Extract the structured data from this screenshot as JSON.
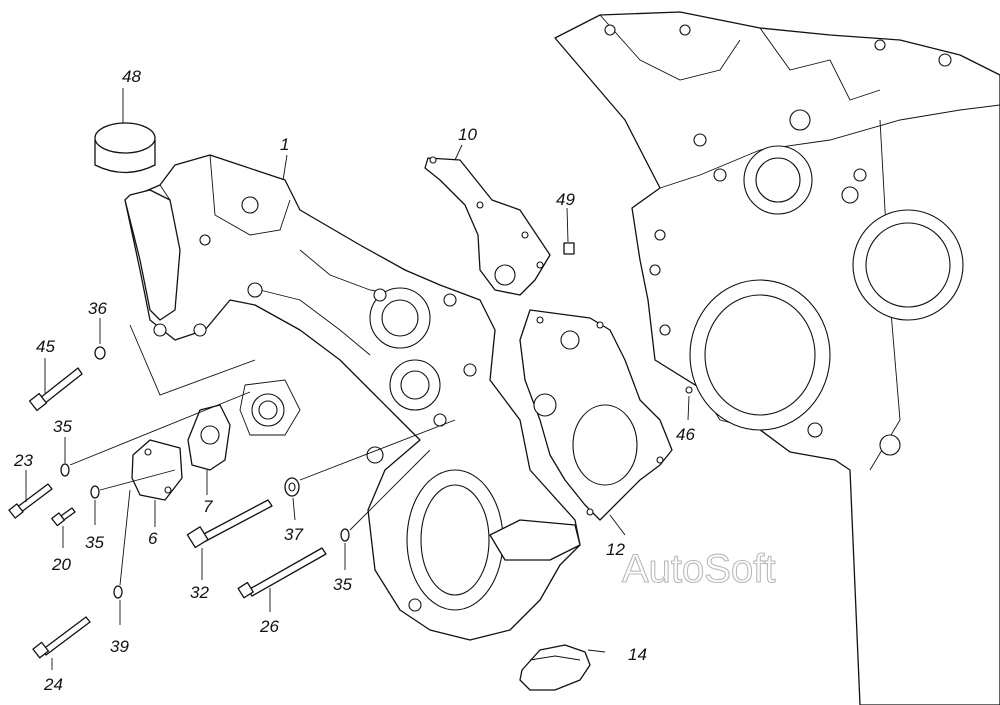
{
  "watermark": "AutoSoft",
  "callouts": {
    "c1": "1",
    "c6": "6",
    "c7": "7",
    "c10": "10",
    "c12": "12",
    "c14": "14",
    "c20": "20",
    "c23": "23",
    "c24": "24",
    "c26": "26",
    "c32": "32",
    "c35a": "35",
    "c35b": "35",
    "c35c": "35",
    "c36": "36",
    "c37": "37",
    "c39": "39",
    "c45": "45",
    "c46": "46",
    "c48": "48",
    "c49": "49"
  }
}
